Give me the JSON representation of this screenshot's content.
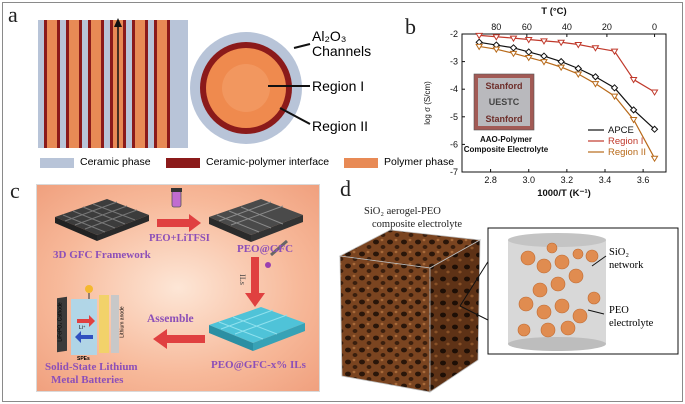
{
  "panels": {
    "a": "a",
    "b": "b",
    "c": "c",
    "d": "d"
  },
  "panel_a": {
    "label_al2o3": "Al₂O₃",
    "label_channels": "Channels",
    "label_region1": "Region I",
    "label_region2": "Region II",
    "legend": [
      {
        "label": "Ceramic phase",
        "color": "#b8c4d8"
      },
      {
        "label": "Ceramic-polymer interface",
        "color": "#8b1a1a"
      },
      {
        "label": "Polymer phase",
        "color": "#e88a55"
      }
    ]
  },
  "chart_data": {
    "type": "line",
    "xlabel": "1000/T (K⁻¹)",
    "ylabel": "log σ (S/cm)",
    "top_axis_label": "T (°C)",
    "xlim": [
      2.65,
      3.72
    ],
    "ylim": [
      -7,
      -2
    ],
    "x_ticks": [
      "2.8",
      "3.0",
      "3.2",
      "3.4",
      "3.6"
    ],
    "y_ticks": [
      "-2",
      "-3",
      "-4",
      "-5",
      "-6",
      "-7"
    ],
    "top_ticks": [
      "80",
      "60",
      "40",
      "20",
      "0"
    ],
    "inset_caption": [
      "AAO-Polymer",
      "Composite Electrolyte"
    ],
    "inset_text": [
      "Stanford",
      "UESTC",
      "Stanford"
    ],
    "series": [
      {
        "name": "APCE",
        "color": "#111111",
        "marker": "diamond",
        "x": [
          2.74,
          2.83,
          2.92,
          3.0,
          3.08,
          3.17,
          3.26,
          3.35,
          3.45,
          3.55,
          3.66
        ],
        "y": [
          -2.3,
          -2.4,
          -2.5,
          -2.65,
          -2.8,
          -3.0,
          -3.25,
          -3.55,
          -3.95,
          -4.75,
          -5.45
        ]
      },
      {
        "name": "Region I",
        "color": "#c0392b",
        "marker": "triangle-down",
        "x": [
          2.74,
          2.83,
          2.92,
          3.0,
          3.08,
          3.17,
          3.26,
          3.35,
          3.45,
          3.55,
          3.66
        ],
        "y": [
          -2.05,
          -2.1,
          -2.15,
          -2.2,
          -2.25,
          -2.3,
          -2.38,
          -2.5,
          -2.62,
          -3.65,
          -4.1
        ]
      },
      {
        "name": "Region II",
        "color": "#b86a1a",
        "marker": "triangle-down",
        "x": [
          2.74,
          2.83,
          2.92,
          3.0,
          3.08,
          3.17,
          3.26,
          3.35,
          3.45,
          3.55,
          3.66
        ],
        "y": [
          -2.45,
          -2.55,
          -2.7,
          -2.85,
          -3.0,
          -3.2,
          -3.45,
          -3.8,
          -4.25,
          -5.1,
          -6.5
        ]
      }
    ]
  },
  "panel_c": {
    "framework": "3D GFC Framework",
    "reagent": "PEO+LiTFSI",
    "peo_gfc": "PEO@GFC",
    "ils": "ILs",
    "peo_gfc_ils": "PEO@GFC-x% ILs",
    "assemble": "Assemble",
    "battery": [
      "Solid-State Lithium",
      "Metal Batteries"
    ],
    "cathode": "LiFePO₄ Cathode",
    "anode": "Lithium anode",
    "spes": "SPEs",
    "li": "Li⁺"
  },
  "panel_d": {
    "title": [
      "SiO₂ aerogel-PEO",
      "composite electrolyte"
    ],
    "sio2": [
      "SiO₂",
      "network"
    ],
    "peo": [
      "PEO",
      "electrolyte"
    ]
  }
}
